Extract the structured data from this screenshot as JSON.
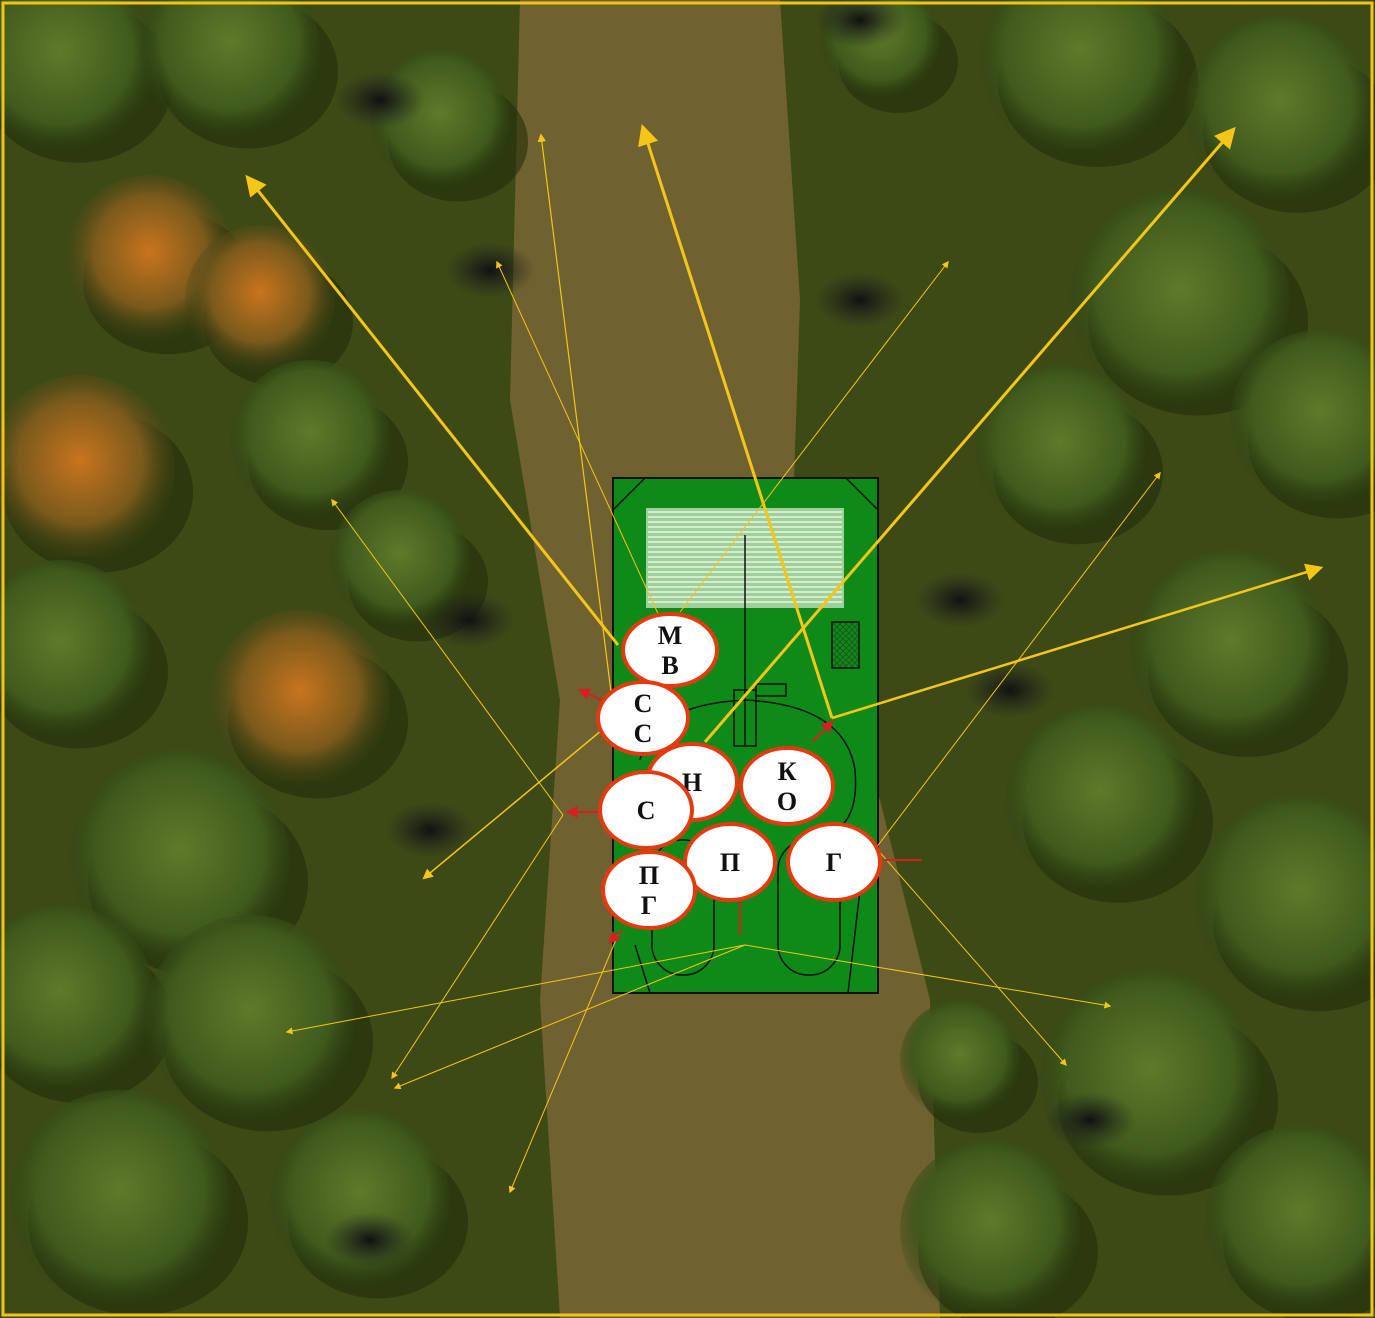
{
  "scene": {
    "description_role": "tactical-diagram",
    "colors": {
      "frame": "#f2c416",
      "forest": "#3d4a16",
      "road": "#7a6a34",
      "vehicle": "#0e8a18",
      "vehicle_outline": "#111111",
      "node_fill": "#ffffff",
      "node_border": "#e43a10",
      "sector_line": "#f5c518",
      "red_marker": "#d81e1e"
    },
    "vehicle_icon": "armored-vehicle-topdown",
    "engine_grille_icon": "grille-icon",
    "hatch_icon": "hatch-icon"
  },
  "nodes": [
    {
      "id": "mv",
      "lines": [
        "М",
        "В"
      ]
    },
    {
      "id": "ss",
      "lines": [
        "С",
        "С"
      ]
    },
    {
      "id": "n",
      "lines": [
        "Н"
      ]
    },
    {
      "id": "ko",
      "lines": [
        "К",
        "О"
      ]
    },
    {
      "id": "s",
      "lines": [
        "С"
      ]
    },
    {
      "id": "p",
      "lines": [
        "П"
      ]
    },
    {
      "id": "g",
      "lines": [
        "Г"
      ]
    },
    {
      "id": "pg",
      "lines": [
        "П",
        "Г"
      ]
    }
  ]
}
